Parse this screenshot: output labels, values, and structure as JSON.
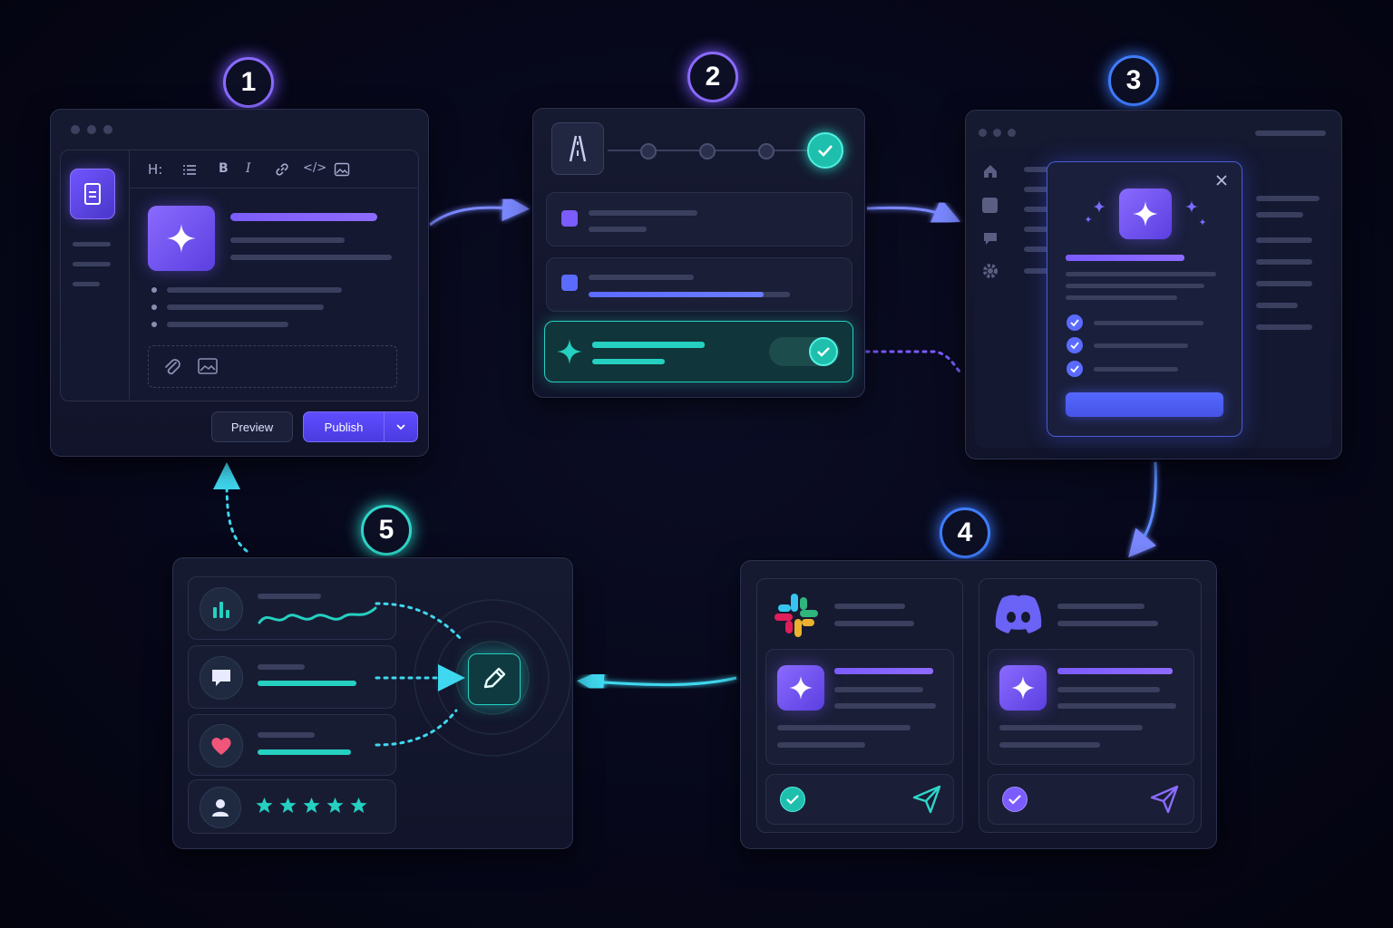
{
  "steps": [
    {
      "number": "1",
      "color": "#8a6bff"
    },
    {
      "number": "2",
      "color": "#8a6bff"
    },
    {
      "number": "3",
      "color": "#3f7dff"
    },
    {
      "number": "4",
      "color": "#3f7dff"
    },
    {
      "number": "5",
      "color": "#2fd6c8"
    }
  ],
  "editor": {
    "toolbar_icons": [
      "heading-icon",
      "list-icon",
      "bold-icon",
      "italic-icon",
      "link-icon",
      "code-icon",
      "image-icon"
    ],
    "toolbar": {
      "heading": "H:",
      "bold": "B",
      "italic": "I",
      "code": "</>"
    },
    "preview_label": "Preview",
    "publish_label": "Publish"
  },
  "review": {
    "stepper_steps": 3,
    "stepper_complete": true,
    "item2_progress": 0.87,
    "item3_toggle": "on"
  },
  "publish_modal": {
    "checklist_count": 3,
    "sidebar_icons": [
      "home-icon",
      "square-icon",
      "chat-icon",
      "gear-icon"
    ]
  },
  "channels": [
    {
      "name": "slack",
      "icon": "slack-icon",
      "send_color": "#2fd6c8"
    },
    {
      "name": "discord",
      "icon": "discord-icon",
      "send_color": "#8a6bff"
    }
  ],
  "feedback": {
    "items": [
      "analytics-icon",
      "comment-icon",
      "heart-icon",
      "user-icon"
    ],
    "rating": 5
  },
  "colors": {
    "accent_purple": "#7b5cff",
    "accent_blue": "#5b6bff",
    "accent_teal": "#25d0c0",
    "background": "#06071a"
  }
}
